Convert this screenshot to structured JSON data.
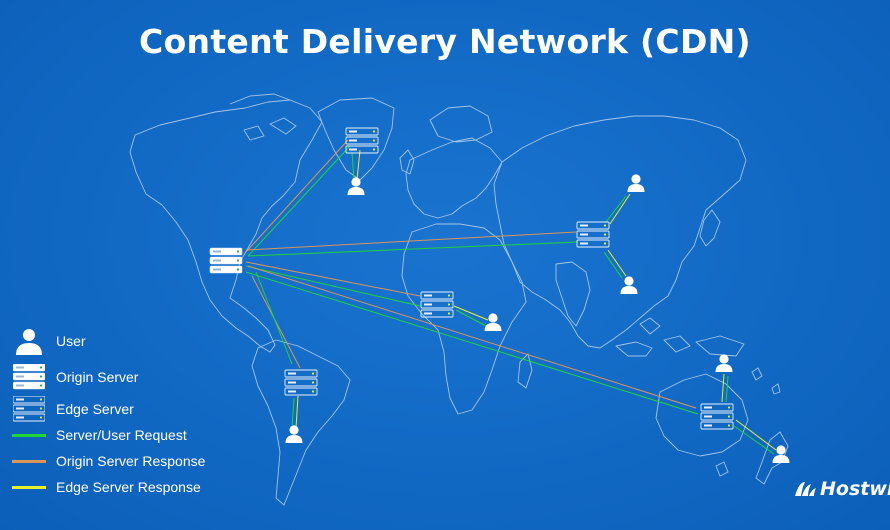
{
  "title": "Content Delivery Network (CDN)",
  "legend": {
    "user": "User",
    "origin": "Origin Server",
    "edge": "Edge Server",
    "request": "Server/User Request",
    "origin_response": "Origin Server Response",
    "edge_response": "Edge Server Response"
  },
  "colors": {
    "background": "#1169c4",
    "request": "#22d33a",
    "origin_response": "#d9955a",
    "edge_response": "#e6f02a",
    "map_outline": "#bcd3ef",
    "icon": "#ffffff"
  },
  "logo": {
    "text": "Hostwin",
    "icon": "hostwinds-wave-icon"
  },
  "icons": {
    "user": "user-icon",
    "server": "server-rack-icon"
  }
}
